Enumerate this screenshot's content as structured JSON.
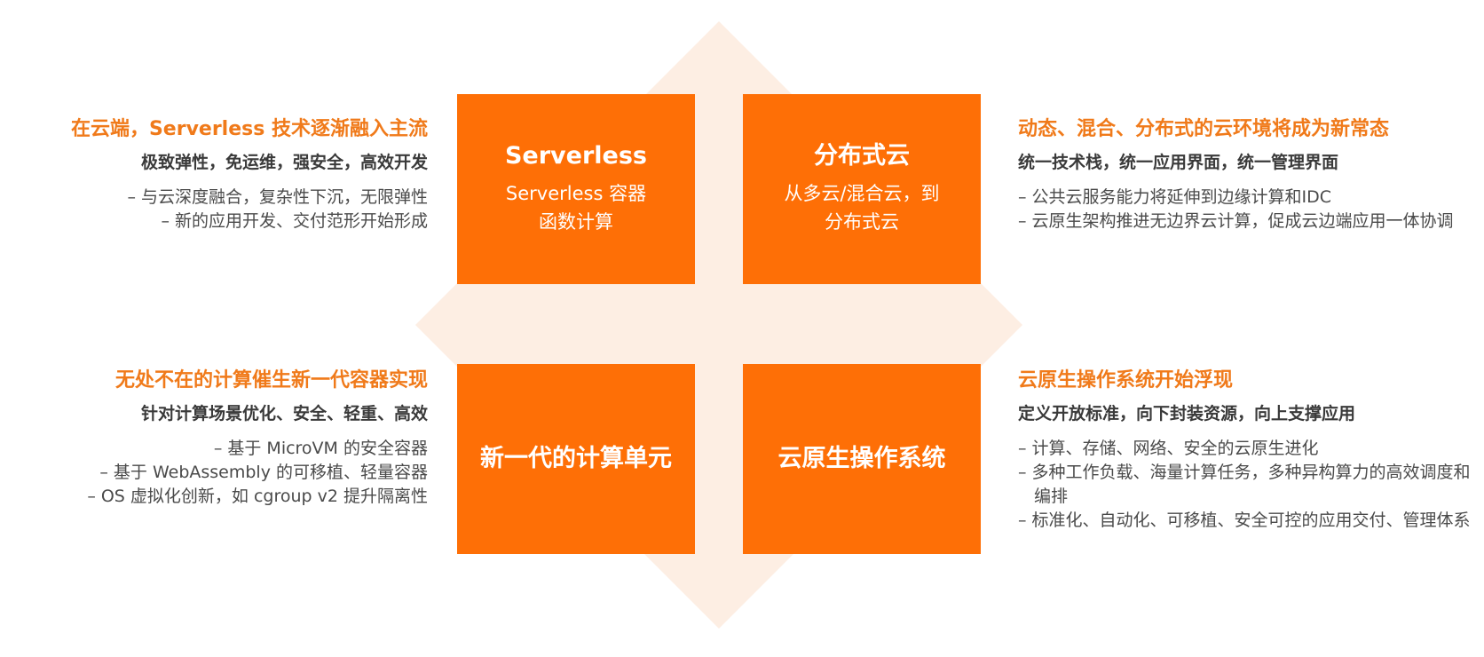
{
  "colors": {
    "accent": "#fe6f06",
    "title_orange": "#f07a1a",
    "diamond": "#fdeee3",
    "text_dark": "#3a3a3a"
  },
  "quadrants": {
    "top_left": {
      "title": "Serverless",
      "lines": [
        "Serverless 容器",
        "函数计算"
      ]
    },
    "top_right": {
      "title": "分布式云",
      "lines": [
        "从多云/混合云，到",
        "分布式云"
      ]
    },
    "bottom_left": {
      "title": "新一代的计算单元"
    },
    "bottom_right": {
      "title": "云原生操作系统"
    }
  },
  "left_top": {
    "title": "在云端，Serverless 技术逐渐融入主流",
    "subtitle": "极致弹性，免运维，强安全，高效开发",
    "bullets": [
      "– 与云深度融合，复杂性下沉，无限弹性",
      "– 新的应用开发、交付范形开始形成"
    ]
  },
  "left_bottom": {
    "title": "无处不在的计算催生新一代容器实现",
    "subtitle": "针对计算场景优化、安全、轻重、高效",
    "bullets": [
      "– 基于 MicroVM 的安全容器",
      "– 基于 WebAssembly 的可移植、轻量容器",
      "– OS 虚拟化创新，如 cgroup v2 提升隔离性"
    ]
  },
  "right_top": {
    "title": "动态、混合、分布式的云环境将成为新常态",
    "subtitle": "统一技术栈，统一应用界面，统一管理界面",
    "bullets": [
      "– 公共云服务能力将延伸到边缘计算和IDC",
      "– 云原生架构推进无边界云计算，促成云边端应用一体协调"
    ]
  },
  "right_bottom": {
    "title": "云原生操作系统开始浮现",
    "subtitle": "定义开放标准，向下封装资源，向上支撑应用",
    "bullets": [
      "– 计算、存储、网络、安全的云原生进化",
      "– 多种工作负载、海量计算任务，多种异构算力的高效调度和编排",
      "– 标准化、自动化、可移植、安全可控的应用交付、管理体系"
    ]
  }
}
